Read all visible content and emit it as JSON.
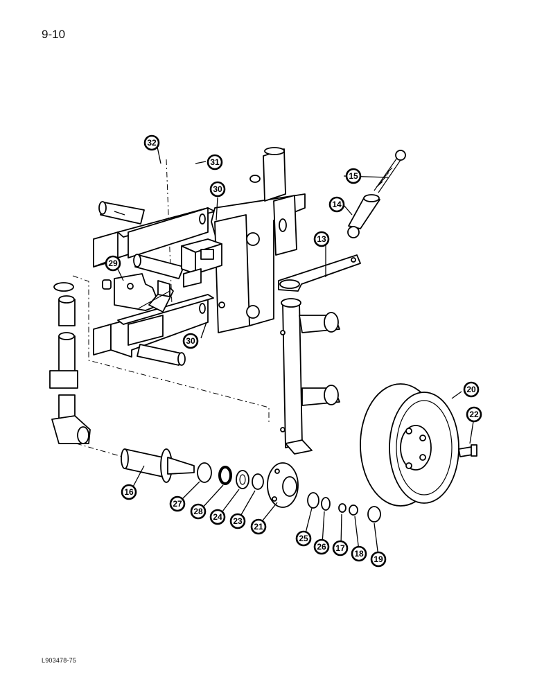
{
  "page_number": "9-10",
  "figure_id": "L903478-75",
  "callouts": [
    {
      "label": "32"
    },
    {
      "label": "31"
    },
    {
      "label": "15"
    },
    {
      "label": "30"
    },
    {
      "label": "14"
    },
    {
      "label": "13"
    },
    {
      "label": "29"
    },
    {
      "label": "30"
    },
    {
      "label": "20"
    },
    {
      "label": "22"
    },
    {
      "label": "16"
    },
    {
      "label": "27"
    },
    {
      "label": "28"
    },
    {
      "label": "24"
    },
    {
      "label": "23"
    },
    {
      "label": "21"
    },
    {
      "label": "25"
    },
    {
      "label": "26"
    },
    {
      "label": "17"
    },
    {
      "label": "18"
    },
    {
      "label": "19"
    }
  ]
}
